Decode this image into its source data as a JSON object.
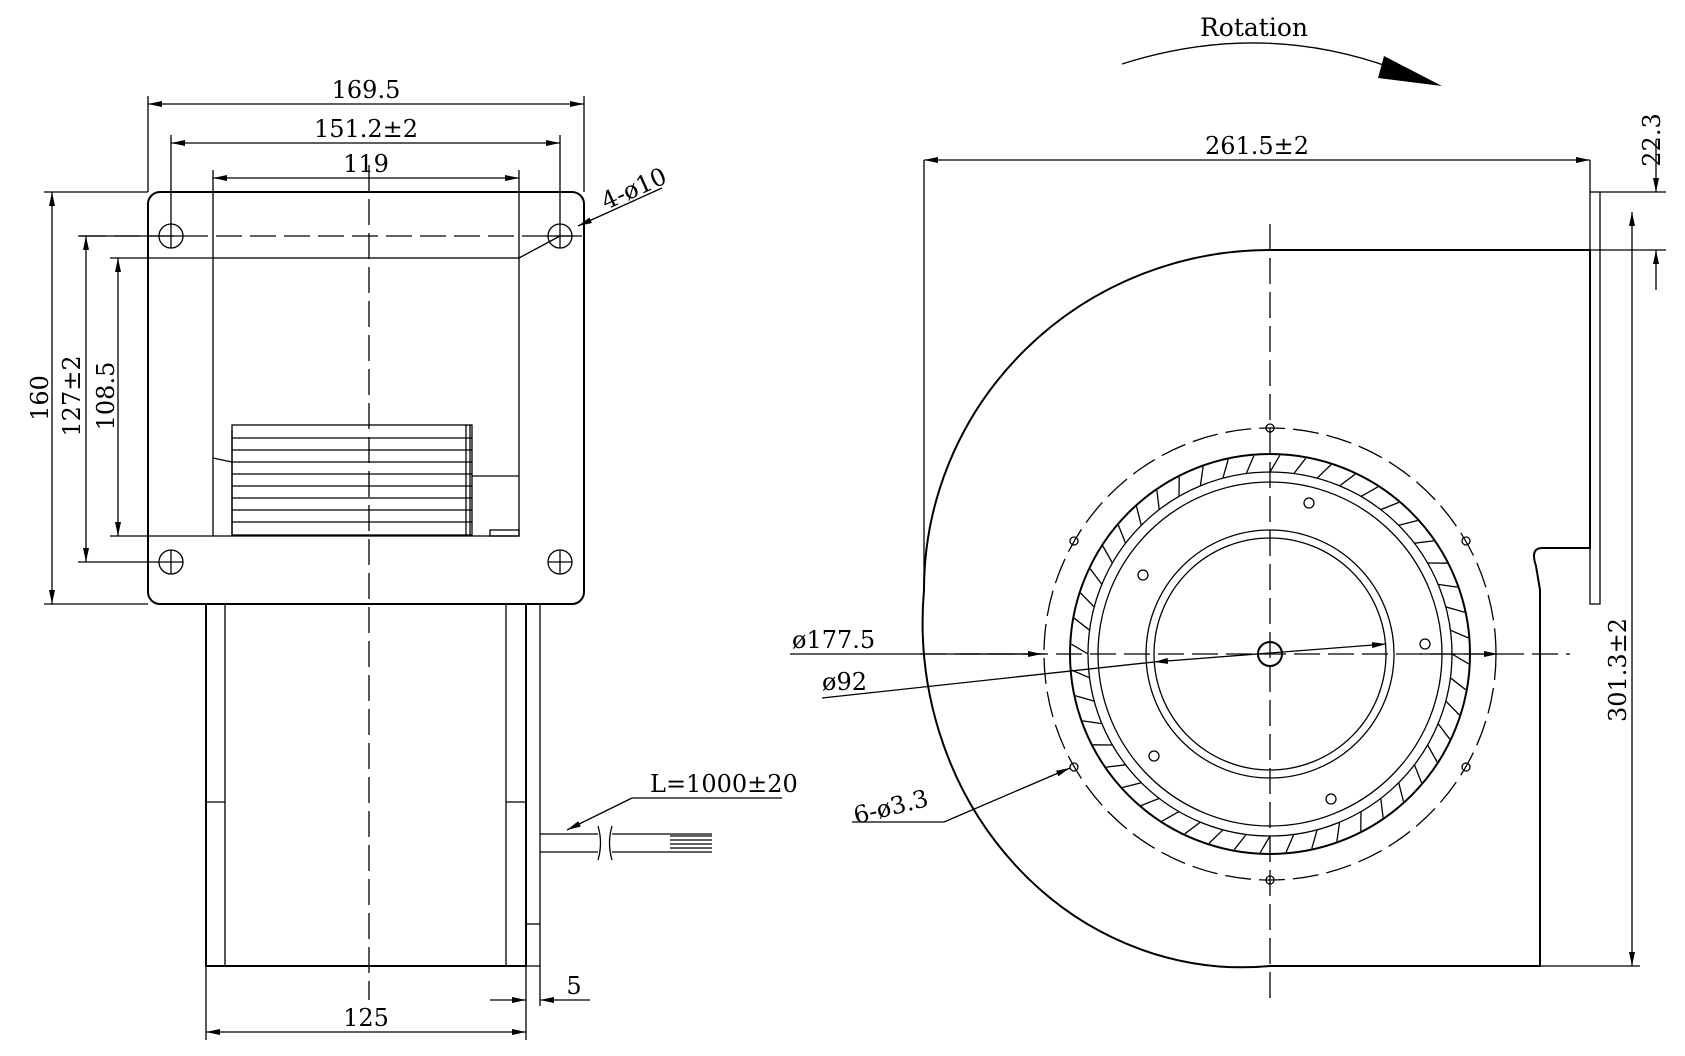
{
  "front_view": {
    "width_overall": "169.5",
    "hole_spacing_x": "151.2±2",
    "opening_width": "119",
    "holes": "4-ø10",
    "height_overall": "160",
    "hole_spacing_y": "127±2",
    "opening_height": "108.5",
    "cable": "L=1000±20",
    "body_width": "125",
    "motor_offset": "5"
  },
  "side_view": {
    "rotation_label": "Rotation",
    "width_overall": "261.5±2",
    "flange_offset": "22.3",
    "height_overall": "301.3±2",
    "inlet_diameter": "ø177.5",
    "hub_diameter": "ø92",
    "mount_holes": "6-ø3.3"
  }
}
